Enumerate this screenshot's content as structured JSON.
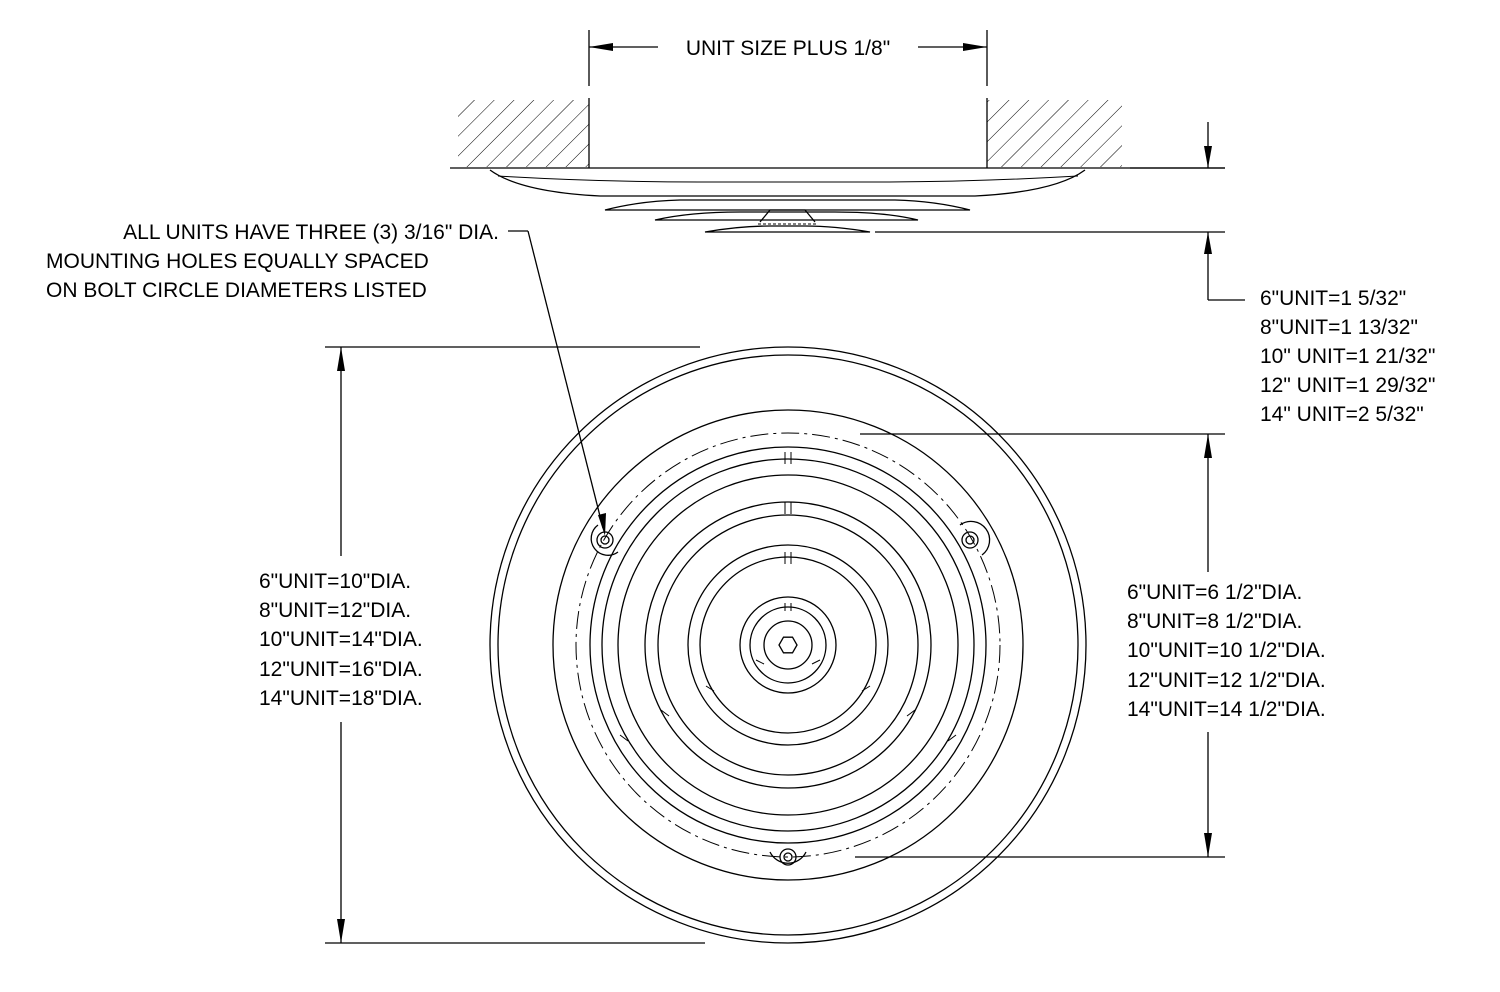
{
  "top_dimension": "UNIT SIZE PLUS 1/8\"",
  "callout": {
    "lines": [
      "ALL UNITS HAVE THREE (3) 3/16\" DIA.",
      "MOUNTING HOLES EQUALLY SPACED",
      "ON BOLT CIRCLE DIAMETERS LISTED"
    ]
  },
  "projection_table": {
    "lines": [
      "6\"UNIT=1 5/32\"",
      "8\"UNIT=1 13/32\"",
      "10\" UNIT=1 21/32\"",
      "12\" UNIT=1 29/32\"",
      "14\" UNIT=2 5/32\""
    ]
  },
  "outer_diameter_table": {
    "lines": [
      "6\"UNIT=10\"DIA.",
      "8\"UNIT=12\"DIA.",
      "10\"UNIT=14\"DIA.",
      "12\"UNIT=16\"DIA.",
      "14\"UNIT=18\"DIA."
    ]
  },
  "bolt_circle_table": {
    "lines": [
      "6\"UNIT=6 1/2\"DIA.",
      "8\"UNIT=8 1/2\"DIA.",
      "10\"UNIT=10 1/2\"DIA.",
      "12\"UNIT=12 1/2\"DIA.",
      "14\"UNIT=14 1/2\"DIA."
    ]
  }
}
